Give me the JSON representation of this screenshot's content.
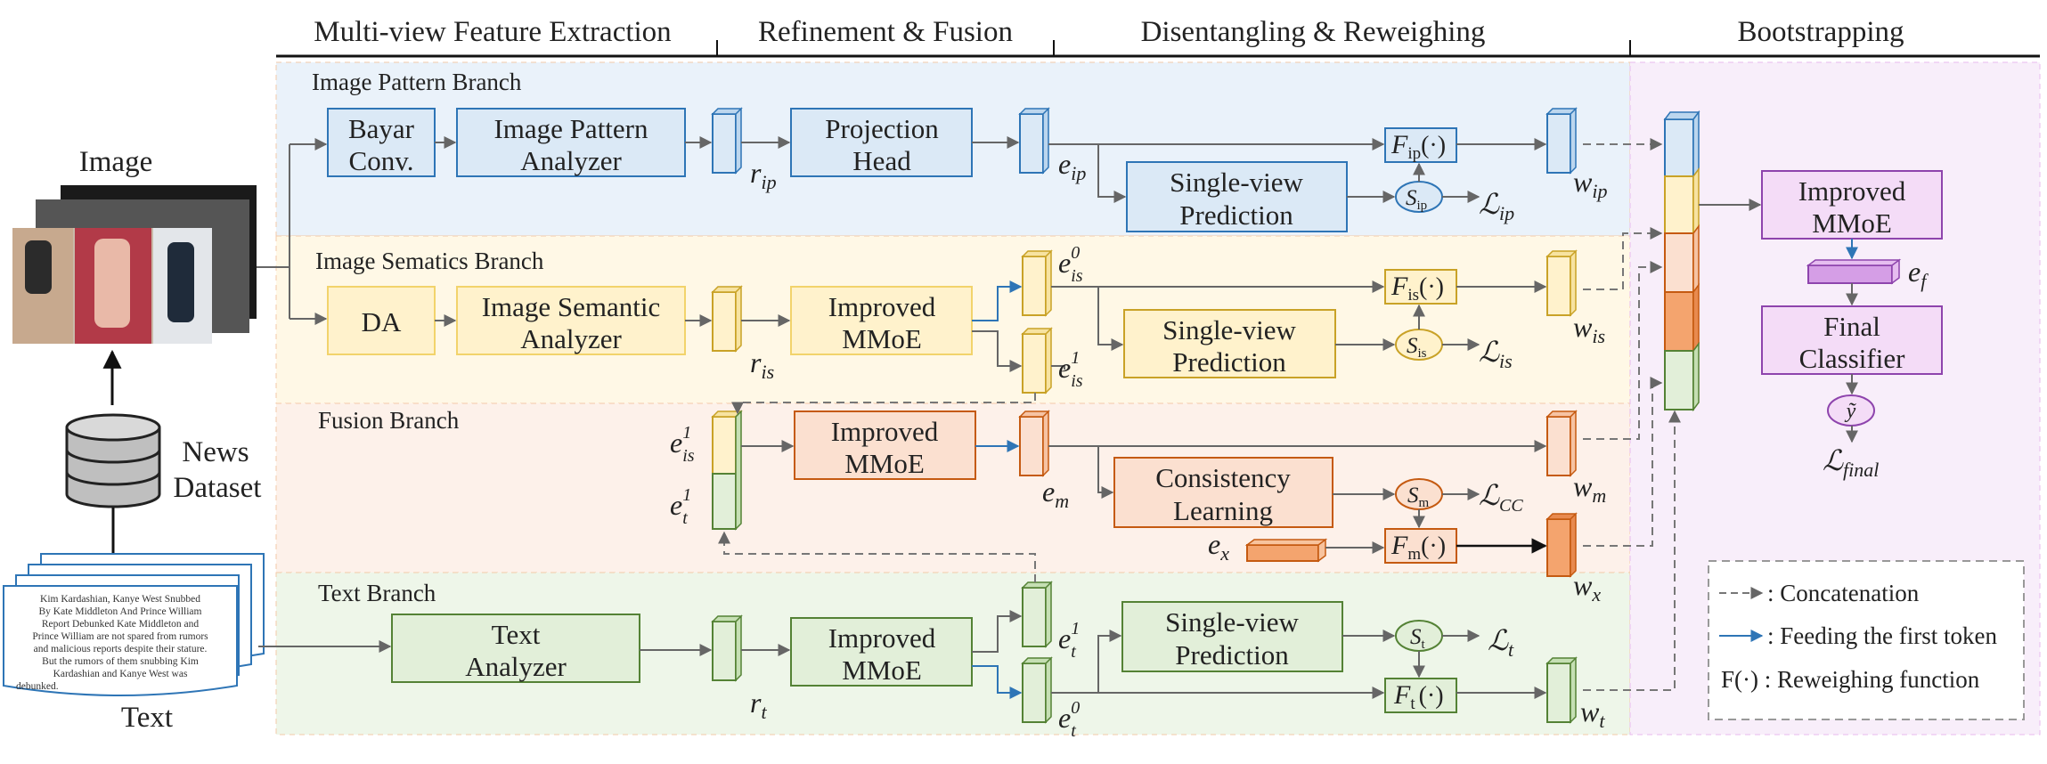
{
  "headers": {
    "extraction": "Multi-view Feature Extraction",
    "refinement": "Refinement & Fusion",
    "disentangling": "Disentangling & Reweighing",
    "bootstrapping": "Bootstrapping"
  },
  "branches": {
    "image_pattern": "Image Pattern Branch",
    "image_semantics": "Image Sematics Branch",
    "fusion": "Fusion Branch",
    "text": "Text Branch"
  },
  "inputs": {
    "image": "Image",
    "news_line1": "News",
    "news_line2": "Dataset",
    "text": "Text",
    "article": [
      "Kim Kardashian, Kanye West Snubbed",
      "By Kate Middleton And Prince William",
      "Report Debunked Kate Middleton and",
      "Prince William are not spared from rumors",
      "and malicious reports despite their stature.",
      "But the rumors of them snubbing Kim",
      "Kardashian    and    Kanye    West    was",
      "debunked."
    ]
  },
  "boxes": {
    "bayar": [
      "Bayar",
      "Conv."
    ],
    "ip_analyzer": [
      "Image Pattern",
      "Analyzer"
    ],
    "projection": [
      "Projection",
      "Head"
    ],
    "svp_ip": [
      "Single-view",
      "Prediction"
    ],
    "da": [
      "DA"
    ],
    "is_analyzer": [
      "Image Semantic",
      "Analyzer"
    ],
    "mmoe_is": [
      "Improved",
      "MMoE"
    ],
    "svp_is": [
      "Single-view",
      "Prediction"
    ],
    "mmoe_fusion": [
      "Improved",
      "MMoE"
    ],
    "consistency": [
      "Consistency",
      "Learning"
    ],
    "text_analyzer": [
      "Text",
      "Analyzer"
    ],
    "mmoe_t": [
      "Improved",
      "MMoE"
    ],
    "svp_t": [
      "Single-view",
      "Prediction"
    ],
    "mmoe_final": [
      "Improved",
      "MMoE"
    ],
    "final_classifier": [
      "Final",
      "Classifier"
    ]
  },
  "symbols": {
    "r_ip": "r",
    "r_ip_sub": "ip",
    "r_is": "r",
    "r_is_sub": "is",
    "r_t": "r",
    "r_t_sub": "t",
    "e_ip": "e",
    "e_ip_sub": "ip",
    "e_is0": "e",
    "e_is0_sub": "is",
    "e_is0_sup": "0",
    "e_is1": "e",
    "e_is1_sub": "is",
    "e_is1_sup": "1",
    "e_is1_f": "e",
    "e_is1_f_sub": "is",
    "e_is1_f_sup": "1",
    "e_t1_f": "e",
    "e_t1_f_sub": "t",
    "e_t1_f_sup": "1",
    "e_m": "e",
    "e_m_sub": "m",
    "e_x": "e",
    "e_x_sub": "x",
    "e_t1": "e",
    "e_t1_sub": "t",
    "e_t1_sup": "1",
    "e_t0": "e",
    "e_t0_sub": "t",
    "e_t0_sup": "0",
    "e_f": "e",
    "e_f_sub": "f",
    "F_ip": "F",
    "F_ip_sub": "ip",
    "F_arg": "(·)",
    "F_is": "F",
    "F_is_sub": "is",
    "F_m": "F",
    "F_m_sub": "m",
    "F_t": "F",
    "F_t_sub": "t",
    "S_ip": "S",
    "S_ip_sub": "ip",
    "S_is": "S",
    "S_is_sub": "is",
    "S_m": "S",
    "S_m_sub": "m",
    "S_t": "S",
    "S_t_sub": "t",
    "L": "ℒ",
    "L_ip_sub": "ip",
    "L_is_sub": "is",
    "L_cc_sub": "CC",
    "L_t_sub": "t",
    "L_final_sub": "final",
    "w": "w",
    "w_ip_sub": "ip",
    "w_is_sub": "is",
    "w_m_sub": "m",
    "w_x_sub": "x",
    "w_t_sub": "t",
    "y_tilde": "ỹ"
  },
  "legend": {
    "concat": ": Concatenation",
    "feed": ": Feeding the first token",
    "reweigh": "F(·) : Reweighing function"
  },
  "colors": {
    "blue_fill": "#dbe9f6",
    "blue_stroke": "#2e75b6",
    "yellow_fill": "#fff2cc",
    "yellow_stroke": "#c9a227",
    "orange_fill": "#fbe0d0",
    "orange_stroke": "#c55a11",
    "orange_strong": "#f4a46e",
    "green_fill": "#e2efd9",
    "green_stroke": "#548235",
    "purple_fill": "#f4dcf7",
    "purple_stroke": "#8e44ad",
    "feed_arrow": "#2e75b6"
  }
}
